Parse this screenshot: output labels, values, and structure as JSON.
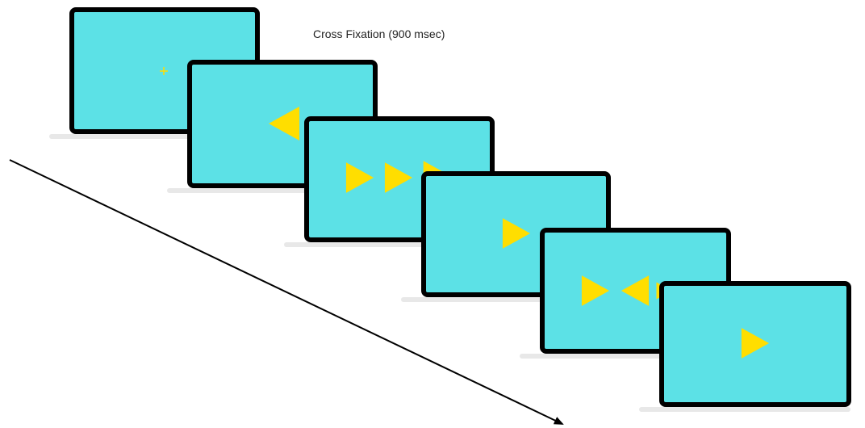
{
  "caption": "Cross Fixation (900 msec)",
  "colors": {
    "screen": "#5ce1e6",
    "bezel": "#000000",
    "stimulus": "#ffde00",
    "base": "#e8e8e8",
    "arrow": "#000000"
  },
  "screens": [
    {
      "name": "fixation-screen",
      "stimuli": [
        {
          "type": "cross"
        }
      ]
    },
    {
      "name": "cue-screen",
      "stimuli": [
        {
          "type": "triangle",
          "dir": "left"
        }
      ]
    },
    {
      "name": "flanker-congruent-screen",
      "stimuli": [
        {
          "type": "triangle",
          "dir": "right"
        },
        {
          "type": "triangle",
          "dir": "right"
        },
        {
          "type": "triangle",
          "dir": "right"
        }
      ]
    },
    {
      "name": "single-target-screen",
      "stimuli": [
        {
          "type": "triangle",
          "dir": "right"
        }
      ]
    },
    {
      "name": "flanker-incongruent-screen",
      "stimuli": [
        {
          "type": "triangle",
          "dir": "right"
        },
        {
          "type": "triangle",
          "dir": "left"
        },
        {
          "type": "triangle",
          "dir": "right"
        }
      ]
    },
    {
      "name": "final-target-screen",
      "stimuli": [
        {
          "type": "triangle",
          "dir": "right"
        }
      ]
    }
  ],
  "icons": {
    "time": "diagonal-arrow-icon"
  }
}
